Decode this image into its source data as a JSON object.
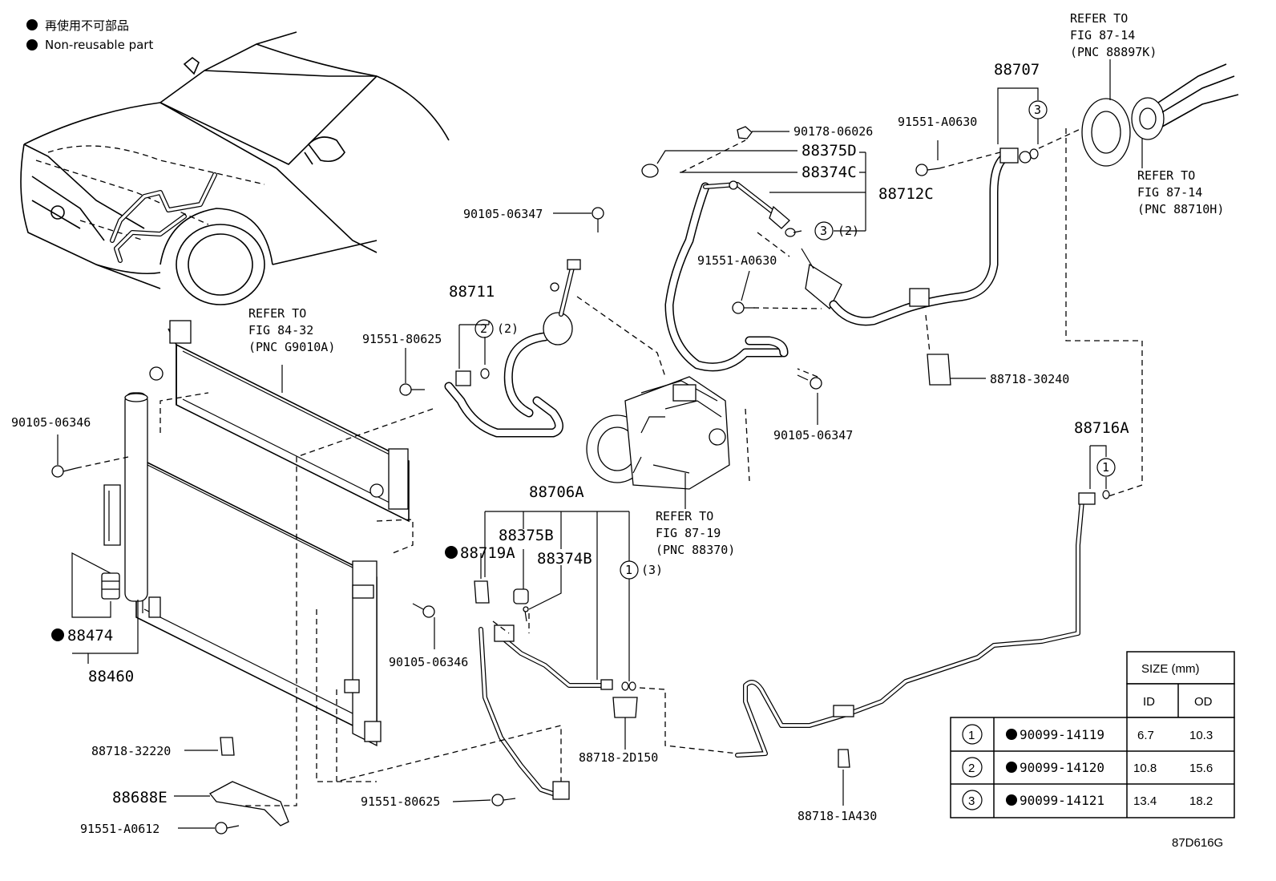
{
  "legend": {
    "line1": "再使用不可部品",
    "line2": "Non-reusable part"
  },
  "refs": {
    "ref_84_32": [
      "REFER TO",
      "FIG 84-32",
      "(PNC G9010A)"
    ],
    "ref_87_19": [
      "REFER TO",
      "FIG 87-19",
      "(PNC 88370)"
    ],
    "ref_87_14_top": [
      "REFER TO",
      "FIG 87-14",
      "(PNC 88897K)"
    ],
    "ref_87_14_right": [
      "REFER TO",
      "FIG 87-14",
      "(PNC 88710H)"
    ]
  },
  "labels": {
    "p90178": "90178-06026",
    "p88375D": "88375D",
    "p88374C": "88374C",
    "p88712C": "88712C",
    "p91551_A0630_top": "91551-A0630",
    "p88707": "88707",
    "p90105_06347_top": "90105-06347",
    "p88711": "88711",
    "p91551_80625_top": "91551-80625",
    "p91551_A0630_mid": "91551-A0630",
    "p88718_30240": "88718-30240",
    "p90105_06346_left": "90105-06346",
    "p90105_06347_right": "90105-06347",
    "p88716A": "88716A",
    "p88706A": "88706A",
    "p88375B": "88375B",
    "p88719A": "88719A",
    "p88374B": "88374B",
    "p88474": "88474",
    "p88460": "88460",
    "p90105_06346_mid": "90105-06346",
    "p88718_32220": "88718-32220",
    "p88688E": "88688E",
    "p91551_A0612": "91551-A0612",
    "p91551_80625_bot": "91551-80625",
    "p88718_2D150": "88718-2D150",
    "p88718_1A430": "88718-1A430",
    "ring2_qty": "(2)",
    "ring3_qty": "(2)",
    "ring1_qty": "(3)",
    "n1": "1",
    "n2": "2",
    "n3": "3"
  },
  "size_table": {
    "header": "SIZE (mm)",
    "col_id": "ID",
    "col_od": "OD",
    "rows": [
      {
        "num": "1",
        "part": "90099-14119",
        "id": "6.7",
        "od": "10.3"
      },
      {
        "num": "2",
        "part": "90099-14120",
        "id": "10.8",
        "od": "15.6"
      },
      {
        "num": "3",
        "part": "90099-14121",
        "id": "13.4",
        "od": "18.2"
      }
    ]
  },
  "figure_code": "87D616G"
}
